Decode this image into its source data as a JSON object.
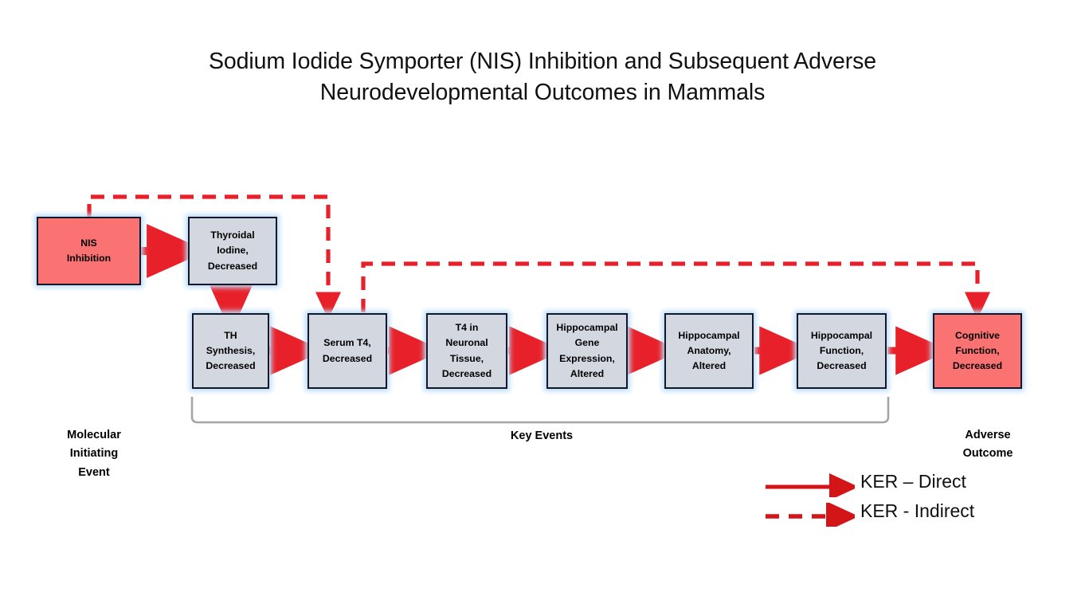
{
  "title": "Sodium Iodide Symporter (NIS) Inhibition and Subsequent Adverse Neurodevelopmental Outcomes in Mammals",
  "colors": {
    "mie_fill": "#fb7272",
    "ao_fill": "#fb7272",
    "ke_fill": "#d2d7e0",
    "node_border": "#10182e",
    "glow": "#bcdcf5",
    "arrow_red": "#e8202a",
    "bracket_grey": "#a6a6a6"
  },
  "nodes": [
    {
      "id": "nis-inhibition",
      "label": "NIS\nInhibition",
      "type": "mie"
    },
    {
      "id": "thyroidal-iodine",
      "label": "Thyroidal\nIodine,\nDecreased",
      "type": "ke"
    },
    {
      "id": "th-synthesis",
      "label": "TH\nSynthesis,\nDecreased",
      "type": "ke"
    },
    {
      "id": "serum-t4",
      "label": "Serum T4,\nDecreased",
      "type": "ke"
    },
    {
      "id": "t4-neuronal-tissue",
      "label": "T4 in\nNeuronal\nTissue,\nDecreased",
      "type": "ke"
    },
    {
      "id": "hippocampal-gene-expression",
      "label": "Hippocampal\nGene\nExpression,\nAltered",
      "type": "ke"
    },
    {
      "id": "hippocampal-anatomy",
      "label": "Hippocampal\nAnatomy,\nAltered",
      "type": "ke"
    },
    {
      "id": "hippocampal-function",
      "label": "Hippocampal\nFunction,\nDecreased",
      "type": "ke"
    },
    {
      "id": "cognitive-function",
      "label": "Cognitive\nFunction,\nDecreased",
      "type": "ao"
    }
  ],
  "stage_labels": {
    "molecular_initiating_event": "Molecular\nInitiating\nEvent",
    "key_events": "Key Events",
    "adverse_outcome": "Adverse\nOutcome"
  },
  "legend": [
    {
      "id": "ker-direct",
      "label": "KER – Direct",
      "style": "solid"
    },
    {
      "id": "ker-indirect",
      "label": "KER - Indirect",
      "style": "dashed"
    }
  ],
  "chart_data": {
    "type": "flow-diagram",
    "title": "Sodium Iodide Symporter (NIS) Inhibition and Subsequent Adverse Neurodevelopmental Outcomes in Mammals",
    "nodes": [
      "NIS Inhibition",
      "Thyroidal Iodine, Decreased",
      "TH Synthesis, Decreased",
      "Serum T4, Decreased",
      "T4 in Neuronal Tissue, Decreased",
      "Hippocampal Gene Expression, Altered",
      "Hippocampal Anatomy, Altered",
      "Hippocampal Function, Decreased",
      "Cognitive Function, Decreased"
    ],
    "edges": [
      {
        "from": "NIS Inhibition",
        "to": "Thyroidal Iodine, Decreased",
        "kind": "direct"
      },
      {
        "from": "Thyroidal Iodine, Decreased",
        "to": "TH Synthesis, Decreased",
        "kind": "direct"
      },
      {
        "from": "TH Synthesis, Decreased",
        "to": "Serum T4, Decreased",
        "kind": "direct"
      },
      {
        "from": "Serum T4, Decreased",
        "to": "T4 in Neuronal Tissue, Decreased",
        "kind": "direct"
      },
      {
        "from": "T4 in Neuronal Tissue, Decreased",
        "to": "Hippocampal Gene Expression, Altered",
        "kind": "direct"
      },
      {
        "from": "Hippocampal Gene Expression, Altered",
        "to": "Hippocampal Anatomy, Altered",
        "kind": "direct"
      },
      {
        "from": "Hippocampal Anatomy, Altered",
        "to": "Hippocampal Function, Decreased",
        "kind": "direct"
      },
      {
        "from": "Hippocampal Function, Decreased",
        "to": "Cognitive Function, Decreased",
        "kind": "direct"
      },
      {
        "from": "NIS Inhibition",
        "to": "Serum T4, Decreased",
        "kind": "indirect"
      },
      {
        "from": "Serum T4, Decreased",
        "to": "Cognitive Function, Decreased",
        "kind": "indirect"
      }
    ],
    "legend": [
      "KER – Direct",
      "KER - Indirect"
    ],
    "groups": [
      {
        "label": "Molecular Initiating Event",
        "members": [
          "NIS Inhibition"
        ]
      },
      {
        "label": "Key Events",
        "members": [
          "Thyroidal Iodine, Decreased",
          "TH Synthesis, Decreased",
          "Serum T4, Decreased",
          "T4 in Neuronal Tissue, Decreased",
          "Hippocampal Gene Expression, Altered",
          "Hippocampal Anatomy, Altered",
          "Hippocampal Function, Decreased"
        ]
      },
      {
        "label": "Adverse Outcome",
        "members": [
          "Cognitive Function, Decreased"
        ]
      }
    ]
  }
}
